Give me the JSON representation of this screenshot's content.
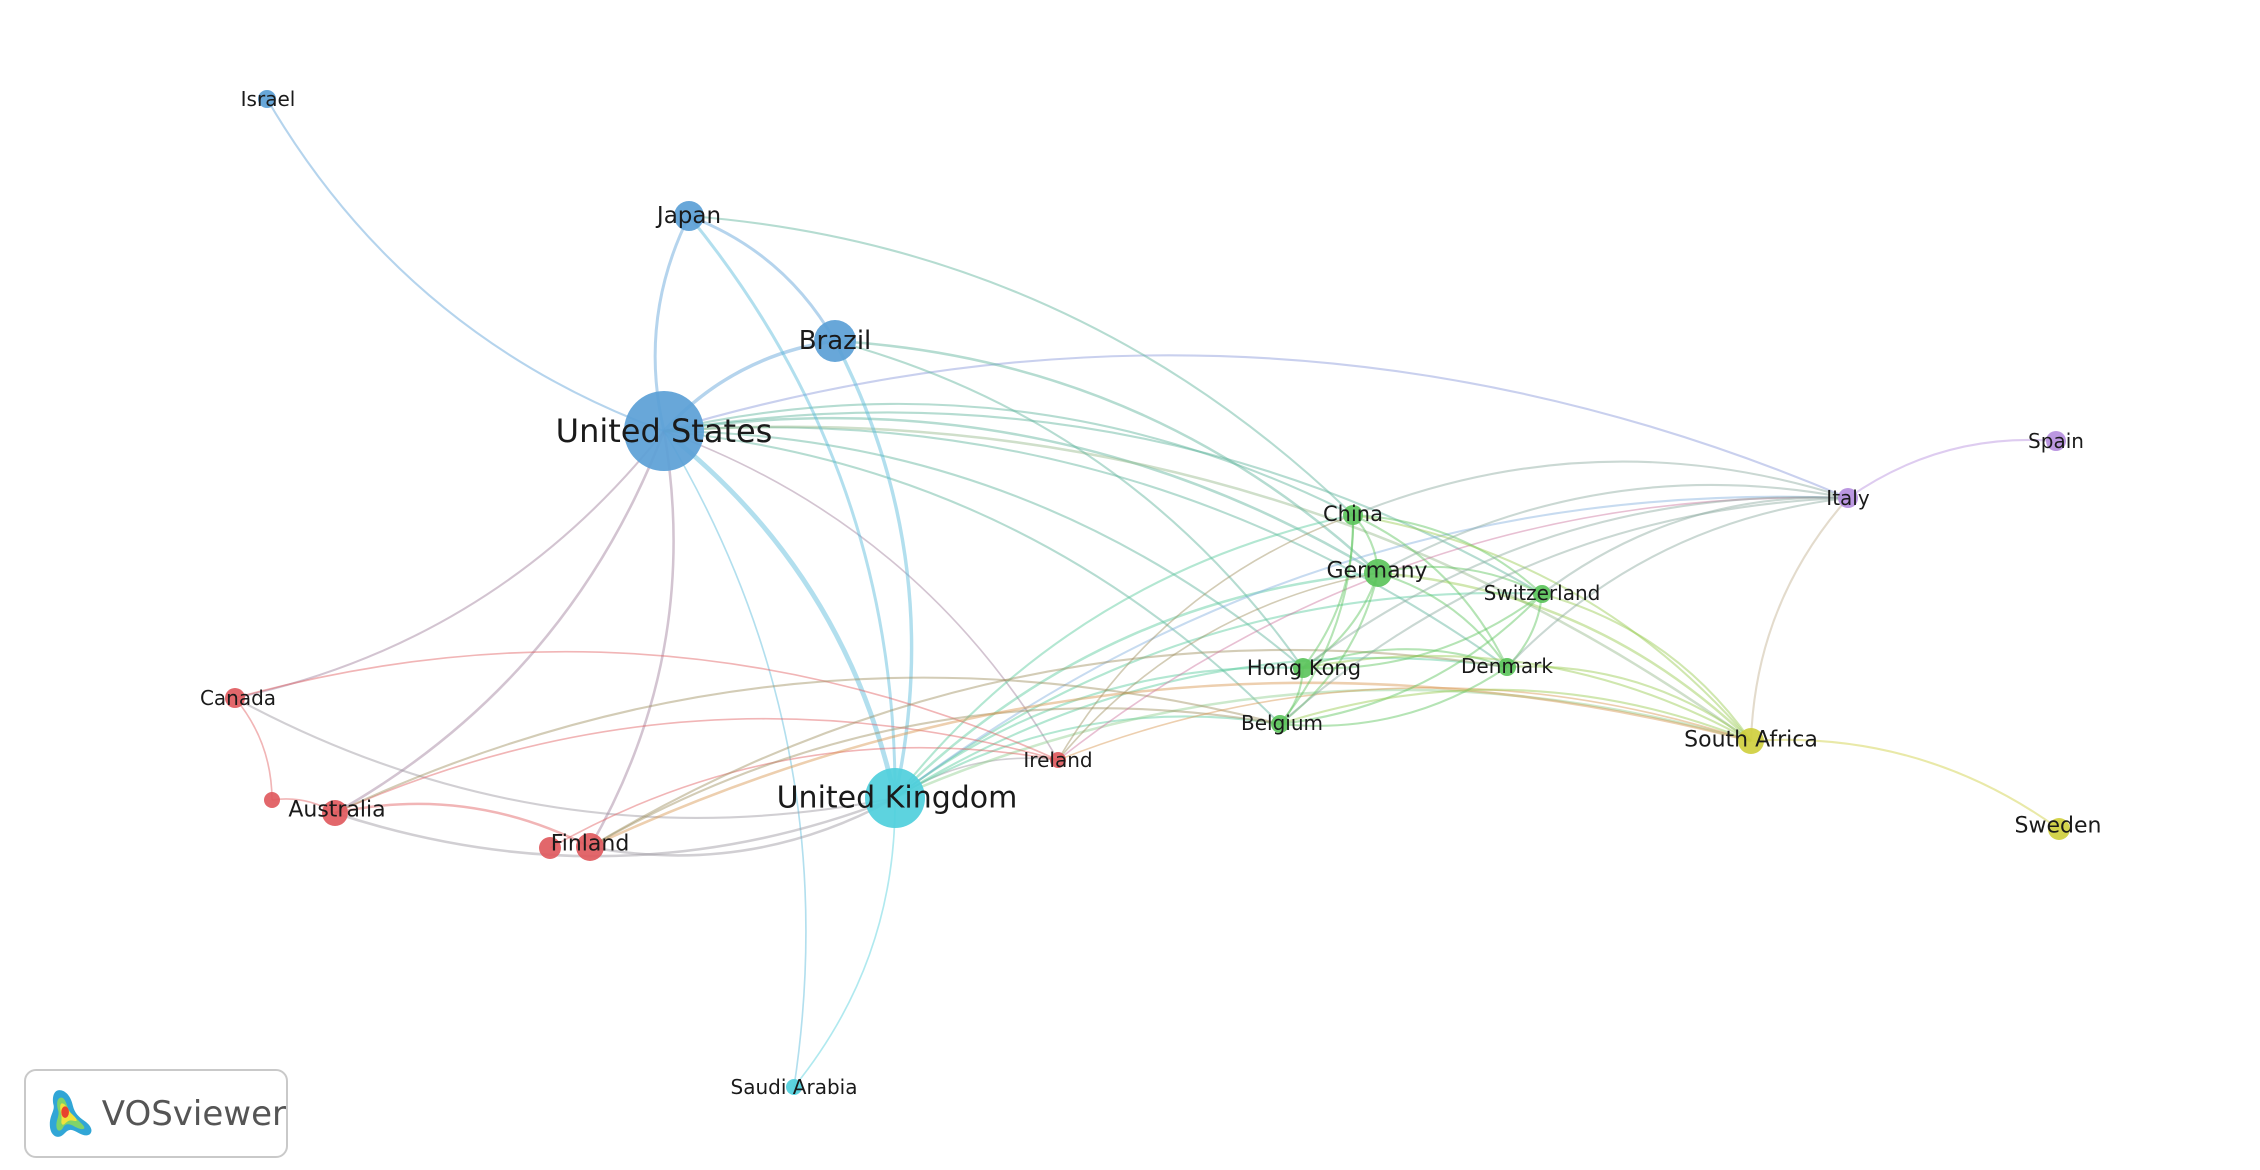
{
  "brand": {
    "name": "VOSviewer"
  },
  "nodes": [
    {
      "id": "united-states",
      "label": "United States",
      "cluster": "blue",
      "weight": 10
    },
    {
      "id": "united-kingdom",
      "label": "United Kingdom",
      "cluster": "cyan",
      "weight": 8
    },
    {
      "id": "brazil",
      "label": "Brazil",
      "cluster": "blue",
      "weight": 5
    },
    {
      "id": "japan",
      "label": "Japan",
      "cluster": "blue",
      "weight": 4
    },
    {
      "id": "israel",
      "label": "Israel",
      "cluster": "blue",
      "weight": 2
    },
    {
      "id": "canada",
      "label": "Canada",
      "cluster": "red",
      "weight": 2
    },
    {
      "id": "australia",
      "label": "Australia",
      "cluster": "red",
      "weight": 3
    },
    {
      "id": "australia-2",
      "label": "",
      "cluster": "red",
      "weight": 1
    },
    {
      "id": "finland",
      "label": "Finland",
      "cluster": "red",
      "weight": 3
    },
    {
      "id": "finland-2",
      "label": "",
      "cluster": "red",
      "weight": 2
    },
    {
      "id": "ireland",
      "label": "Ireland",
      "cluster": "red",
      "weight": 1
    },
    {
      "id": "saudi-arabia",
      "label": "Saudi Arabia",
      "cluster": "cyan",
      "weight": 1
    },
    {
      "id": "china",
      "label": "China",
      "cluster": "green",
      "weight": 2
    },
    {
      "id": "germany",
      "label": "Germany",
      "cluster": "green",
      "weight": 3
    },
    {
      "id": "switzerland",
      "label": "Switzerland",
      "cluster": "green",
      "weight": 2
    },
    {
      "id": "hong-kong",
      "label": "Hong Kong",
      "cluster": "green",
      "weight": 2
    },
    {
      "id": "denmark",
      "label": "Denmark",
      "cluster": "green",
      "weight": 2
    },
    {
      "id": "belgium",
      "label": "Belgium",
      "cluster": "green",
      "weight": 2
    },
    {
      "id": "south-africa",
      "label": "South Africa",
      "cluster": "yellow",
      "weight": 3
    },
    {
      "id": "sweden",
      "label": "Sweden",
      "cluster": "yellow",
      "weight": 2
    },
    {
      "id": "italy",
      "label": "Italy",
      "cluster": "purple",
      "weight": 2
    },
    {
      "id": "spain",
      "label": "Spain",
      "cluster": "purple",
      "weight": 2
    }
  ],
  "links": [
    [
      "united-states",
      "israel"
    ],
    [
      "united-states",
      "japan"
    ],
    [
      "united-states",
      "brazil"
    ],
    [
      "united-states",
      "united-kingdom"
    ],
    [
      "united-states",
      "canada"
    ],
    [
      "united-states",
      "australia"
    ],
    [
      "united-states",
      "finland"
    ],
    [
      "united-states",
      "ireland"
    ],
    [
      "united-states",
      "china"
    ],
    [
      "united-states",
      "germany"
    ],
    [
      "united-states",
      "switzerland"
    ],
    [
      "united-states",
      "hong-kong"
    ],
    [
      "united-states",
      "denmark"
    ],
    [
      "united-states",
      "belgium"
    ],
    [
      "united-states",
      "south-africa"
    ],
    [
      "united-states",
      "italy"
    ],
    [
      "united-states",
      "saudi-arabia"
    ],
    [
      "japan",
      "brazil"
    ],
    [
      "japan",
      "united-kingdom"
    ],
    [
      "japan",
      "china"
    ],
    [
      "brazil",
      "united-kingdom"
    ],
    [
      "brazil",
      "germany"
    ],
    [
      "brazil",
      "hong-kong"
    ],
    [
      "united-kingdom",
      "canada"
    ],
    [
      "united-kingdom",
      "australia"
    ],
    [
      "united-kingdom",
      "finland"
    ],
    [
      "united-kingdom",
      "ireland"
    ],
    [
      "united-kingdom",
      "china"
    ],
    [
      "united-kingdom",
      "germany"
    ],
    [
      "united-kingdom",
      "switzerland"
    ],
    [
      "united-kingdom",
      "hong-kong"
    ],
    [
      "united-kingdom",
      "denmark"
    ],
    [
      "united-kingdom",
      "belgium"
    ],
    [
      "united-kingdom",
      "south-africa"
    ],
    [
      "united-kingdom",
      "italy"
    ],
    [
      "united-kingdom",
      "saudi-arabia"
    ],
    [
      "canada",
      "australia-2"
    ],
    [
      "canada",
      "ireland"
    ],
    [
      "australia-2",
      "australia"
    ],
    [
      "australia",
      "finland"
    ],
    [
      "australia",
      "ireland"
    ],
    [
      "australia",
      "belgium"
    ],
    [
      "finland-2",
      "ireland"
    ],
    [
      "finland",
      "belgium"
    ],
    [
      "finland",
      "denmark"
    ],
    [
      "finland",
      "south-africa"
    ],
    [
      "ireland",
      "china"
    ],
    [
      "ireland",
      "germany"
    ],
    [
      "ireland",
      "south-africa"
    ],
    [
      "ireland",
      "italy"
    ],
    [
      "china",
      "germany"
    ],
    [
      "china",
      "switzerland"
    ],
    [
      "china",
      "hong-kong"
    ],
    [
      "china",
      "denmark"
    ],
    [
      "china",
      "belgium"
    ],
    [
      "china",
      "south-africa"
    ],
    [
      "china",
      "italy"
    ],
    [
      "germany",
      "switzerland"
    ],
    [
      "germany",
      "hong-kong"
    ],
    [
      "germany",
      "denmark"
    ],
    [
      "germany",
      "belgium"
    ],
    [
      "germany",
      "south-africa"
    ],
    [
      "germany",
      "italy"
    ],
    [
      "switzerland",
      "hong-kong"
    ],
    [
      "switzerland",
      "denmark"
    ],
    [
      "switzerland",
      "belgium"
    ],
    [
      "switzerland",
      "south-africa"
    ],
    [
      "switzerland",
      "italy"
    ],
    [
      "hong-kong",
      "denmark"
    ],
    [
      "hong-kong",
      "belgium"
    ],
    [
      "hong-kong",
      "south-africa"
    ],
    [
      "hong-kong",
      "italy"
    ],
    [
      "denmark",
      "belgium"
    ],
    [
      "denmark",
      "south-africa"
    ],
    [
      "denmark",
      "italy"
    ],
    [
      "belgium",
      "south-africa"
    ],
    [
      "belgium",
      "italy"
    ],
    [
      "south-africa",
      "sweden"
    ],
    [
      "south-africa",
      "italy"
    ],
    [
      "italy",
      "spain"
    ]
  ],
  "cluster_colors": {
    "blue": "#5b9fd6",
    "cyan": "#4fcfdc",
    "red": "#e05a5e",
    "green": "#5cc45c",
    "yellow": "#cfcf3e",
    "purple": "#b58ede"
  }
}
